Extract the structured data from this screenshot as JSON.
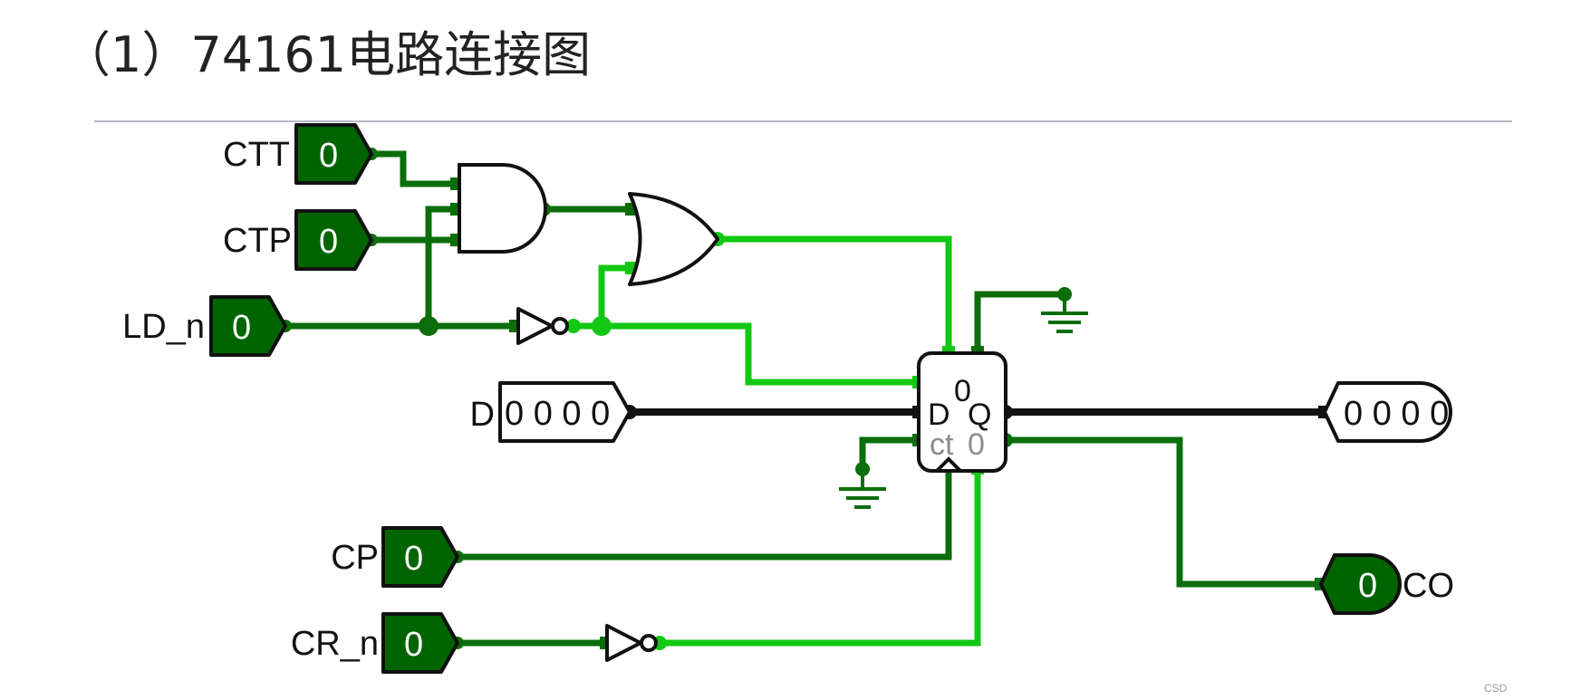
{
  "title": "（1）74161电路连接图",
  "watermark": "CSD",
  "colors": {
    "wire_dark": "#0b6e0b",
    "wire_bright": "#12c812",
    "pin_fill": "#006400",
    "bus": "#111111",
    "gate_stroke": "#111111"
  },
  "inputs": {
    "ctt": {
      "label": "CTT",
      "value": "0"
    },
    "ctp": {
      "label": "CTP",
      "value": "0"
    },
    "ld_n": {
      "label": "LD_n",
      "value": "0"
    },
    "cp": {
      "label": "CP",
      "value": "0"
    },
    "cr_n": {
      "label": "CR_n",
      "value": "0"
    },
    "d": {
      "label": "D",
      "value": "0 0 0 0"
    }
  },
  "outputs": {
    "q": {
      "value": "0 0 0 0"
    },
    "co": {
      "label": "CO",
      "value": "0"
    }
  },
  "counter": {
    "count_value": "0",
    "d_label": "D",
    "q_label": "Q",
    "ct_label": "ct",
    "ct_value": "0"
  }
}
